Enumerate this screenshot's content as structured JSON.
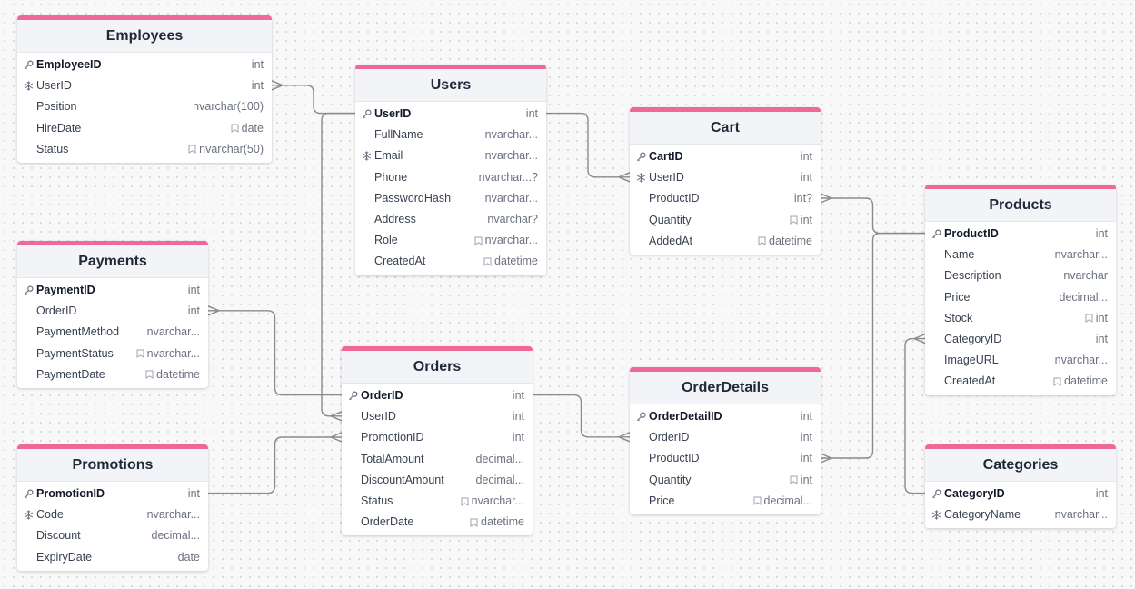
{
  "tables": [
    {
      "id": "employees",
      "title": "Employees",
      "fields": [
        {
          "name": "EmployeeID",
          "type": "int",
          "key": "pk"
        },
        {
          "name": "UserID",
          "type": "int",
          "key": "fk"
        },
        {
          "name": "Position",
          "type": "nvarchar(100)",
          "key": ""
        },
        {
          "name": "HireDate",
          "type": "date",
          "key": "",
          "badge": true
        },
        {
          "name": "Status",
          "type": "nvarchar(50)",
          "key": "",
          "badge": true
        }
      ]
    },
    {
      "id": "users",
      "title": "Users",
      "fields": [
        {
          "name": "UserID",
          "type": "int",
          "key": "pk"
        },
        {
          "name": "FullName",
          "type": "nvarchar...",
          "key": ""
        },
        {
          "name": "Email",
          "type": "nvarchar...",
          "key": "fk"
        },
        {
          "name": "Phone",
          "type": "nvarchar...?",
          "key": ""
        },
        {
          "name": "PasswordHash",
          "type": "nvarchar...",
          "key": ""
        },
        {
          "name": "Address",
          "type": "nvarchar?",
          "key": ""
        },
        {
          "name": "Role",
          "type": "nvarchar...",
          "key": "",
          "badge": true
        },
        {
          "name": "CreatedAt",
          "type": "datetime",
          "key": "",
          "badge": true
        }
      ]
    },
    {
      "id": "cart",
      "title": "Cart",
      "fields": [
        {
          "name": "CartID",
          "type": "int",
          "key": "pk"
        },
        {
          "name": "UserID",
          "type": "int",
          "key": "fk"
        },
        {
          "name": "ProductID",
          "type": "int?",
          "key": ""
        },
        {
          "name": "Quantity",
          "type": "int",
          "key": "",
          "badge": true
        },
        {
          "name": "AddedAt",
          "type": "datetime",
          "key": "",
          "badge": true
        }
      ]
    },
    {
      "id": "products",
      "title": "Products",
      "fields": [
        {
          "name": "ProductID",
          "type": "int",
          "key": "pk"
        },
        {
          "name": "Name",
          "type": "nvarchar...",
          "key": ""
        },
        {
          "name": "Description",
          "type": "nvarchar",
          "key": ""
        },
        {
          "name": "Price",
          "type": "decimal...",
          "key": ""
        },
        {
          "name": "Stock",
          "type": "int",
          "key": "",
          "badge": true
        },
        {
          "name": "CategoryID",
          "type": "int",
          "key": ""
        },
        {
          "name": "ImageURL",
          "type": "nvarchar...",
          "key": ""
        },
        {
          "name": "CreatedAt",
          "type": "datetime",
          "key": "",
          "badge": true
        }
      ]
    },
    {
      "id": "payments",
      "title": "Payments",
      "fields": [
        {
          "name": "PaymentID",
          "type": "int",
          "key": "pk"
        },
        {
          "name": "OrderID",
          "type": "int",
          "key": ""
        },
        {
          "name": "PaymentMethod",
          "type": "nvarchar...",
          "key": ""
        },
        {
          "name": "PaymentStatus",
          "type": "nvarchar...",
          "key": "",
          "badge": true
        },
        {
          "name": "PaymentDate",
          "type": "datetime",
          "key": "",
          "badge": true
        }
      ]
    },
    {
      "id": "orders",
      "title": "Orders",
      "fields": [
        {
          "name": "OrderID",
          "type": "int",
          "key": "pk"
        },
        {
          "name": "UserID",
          "type": "int",
          "key": ""
        },
        {
          "name": "PromotionID",
          "type": "int",
          "key": ""
        },
        {
          "name": "TotalAmount",
          "type": "decimal...",
          "key": ""
        },
        {
          "name": "DiscountAmount",
          "type": "decimal...",
          "key": ""
        },
        {
          "name": "Status",
          "type": "nvarchar...",
          "key": "",
          "badge": true
        },
        {
          "name": "OrderDate",
          "type": "datetime",
          "key": "",
          "badge": true
        }
      ]
    },
    {
      "id": "orderdetails",
      "title": "OrderDetails",
      "fields": [
        {
          "name": "OrderDetailID",
          "type": "int",
          "key": "pk"
        },
        {
          "name": "OrderID",
          "type": "int",
          "key": ""
        },
        {
          "name": "ProductID",
          "type": "int",
          "key": ""
        },
        {
          "name": "Quantity",
          "type": "int",
          "key": "",
          "badge": true
        },
        {
          "name": "Price",
          "type": "decimal...",
          "key": "",
          "badge": true
        }
      ]
    },
    {
      "id": "promotions",
      "title": "Promotions",
      "fields": [
        {
          "name": "PromotionID",
          "type": "int",
          "key": "pk"
        },
        {
          "name": "Code",
          "type": "nvarchar...",
          "key": "fk"
        },
        {
          "name": "Discount",
          "type": "decimal...",
          "key": ""
        },
        {
          "name": "ExpiryDate",
          "type": "date",
          "key": ""
        }
      ]
    },
    {
      "id": "categories",
      "title": "Categories",
      "fields": [
        {
          "name": "CategoryID",
          "type": "int",
          "key": "pk"
        },
        {
          "name": "CategoryName",
          "type": "nvarchar...",
          "key": "fk"
        }
      ]
    }
  ],
  "relations": [
    {
      "from": "users.UserID",
      "to": "employees.UserID"
    },
    {
      "from": "users.UserID",
      "to": "cart.UserID"
    },
    {
      "from": "users.UserID",
      "to": "orders.UserID"
    },
    {
      "from": "products.ProductID",
      "to": "cart.ProductID"
    },
    {
      "from": "products.ProductID",
      "to": "orderdetails.ProductID"
    },
    {
      "from": "orders.OrderID",
      "to": "orderdetails.OrderID"
    },
    {
      "from": "orders.OrderID",
      "to": "payments.OrderID"
    },
    {
      "from": "promotions.PromotionID",
      "to": "orders.PromotionID"
    },
    {
      "from": "categories.CategoryID",
      "to": "products.CategoryID"
    }
  ],
  "colors": {
    "accent": "#f0679a",
    "line": "#8a8a8a",
    "header_bg": "#f3f4f8"
  }
}
